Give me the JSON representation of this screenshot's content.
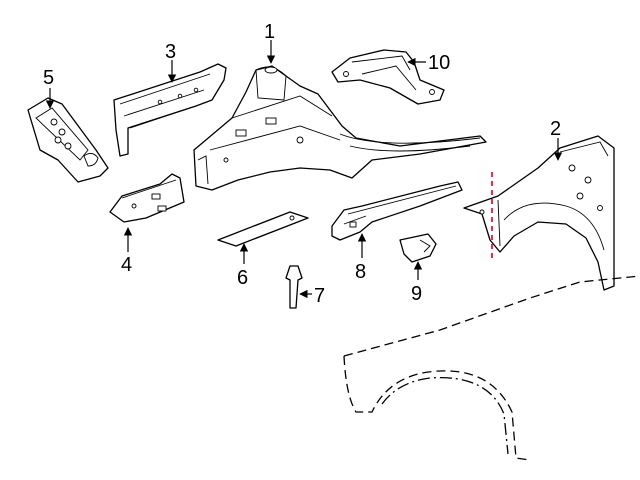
{
  "callouts": [
    {
      "id": "1",
      "label": "1"
    },
    {
      "id": "2",
      "label": "2"
    },
    {
      "id": "3",
      "label": "3"
    },
    {
      "id": "4",
      "label": "4"
    },
    {
      "id": "5",
      "label": "5"
    },
    {
      "id": "6",
      "label": "6"
    },
    {
      "id": "7",
      "label": "7"
    },
    {
      "id": "8",
      "label": "8"
    },
    {
      "id": "9",
      "label": "9"
    },
    {
      "id": "10",
      "label": "10"
    }
  ],
  "colors": {
    "line": "#000000",
    "cut_line": "#e0001b",
    "background": "#ffffff"
  }
}
